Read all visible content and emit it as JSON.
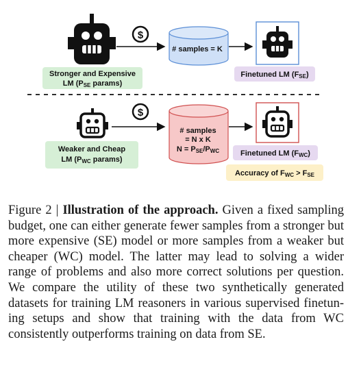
{
  "top": {
    "model_label_line1": "Stronger and Expensive",
    "model_label_line2_prefix": "LM (P",
    "model_label_line2_sub": "SE",
    "model_label_line2_suffix": " params)",
    "dataset_label": "# samples = K",
    "finetuned_prefix": "Finetuned LM (F",
    "finetuned_sub": "SE",
    "finetuned_suffix": ")"
  },
  "bottom": {
    "model_label_line1": "Weaker and Cheap",
    "model_label_line2_prefix": "LM (P",
    "model_label_line2_sub": "WC",
    "model_label_line2_suffix": " params)",
    "dataset_line1": "# samples",
    "dataset_line2": "= N x K",
    "dataset_line3_prefix": "N = P",
    "dataset_line3_sub1": "SE",
    "dataset_line3_mid": "/P",
    "dataset_line3_sub2": "WC",
    "finetuned_prefix": "Finetuned LM (F",
    "finetuned_sub": "WC",
    "finetuned_suffix": ")",
    "accuracy_prefix": "Accuracy of F",
    "accuracy_sub1": "WC",
    "accuracy_mid": " > F",
    "accuracy_sub2": "SE"
  },
  "icons": {
    "robot": "robot-icon",
    "dollar": "dollar-icon",
    "arrow": "arrow-icon"
  },
  "colors": {
    "green_label": "#d6efd6",
    "purple_label": "#e6d9f0",
    "yellow_label": "#fdf0c8",
    "blue_cylinder": "#cfe0f7",
    "red_cylinder": "#f7c8c8",
    "blue_border": "#5a8ed6",
    "red_border": "#d05050"
  },
  "caption": {
    "figure_label": "Figure 2 | ",
    "title": "Illustration of the approach.",
    "body": " Given a fixed sampling budget, one can either generate fewer samples from a stronger but more expensive (SE) model or more samples from a weaker but cheaper (WC) model. The latter may lead to solving a wider range of problems and also more correct solutions per question. We compare the utility of these two synthetically generated datasets for training LM reasoners in various supervised finetun­ing setups and show that training with the data from WC consistently outperforms training on data from SE."
  }
}
